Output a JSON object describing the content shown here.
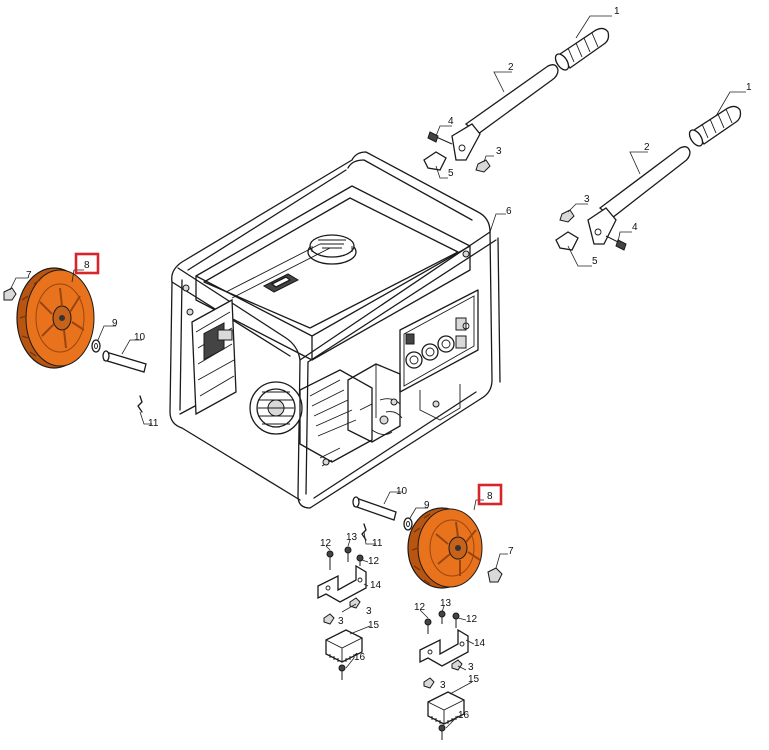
{
  "diagram": {
    "callouts": {
      "n1": "1",
      "n2": "2",
      "n3": "3",
      "n4": "4",
      "n5": "5",
      "n6": "6",
      "n7": "7",
      "n8": "8",
      "n9": "9",
      "n10": "10",
      "n11": "11",
      "n12": "12",
      "n13": "13",
      "n14": "14",
      "n15": "15",
      "n16": "16"
    },
    "highlight_part": "8",
    "colors": {
      "wheel": "#e8731c",
      "wheel_dark": "#b85510",
      "highlight": "#d6262b",
      "line": "#1a1a1a"
    }
  }
}
